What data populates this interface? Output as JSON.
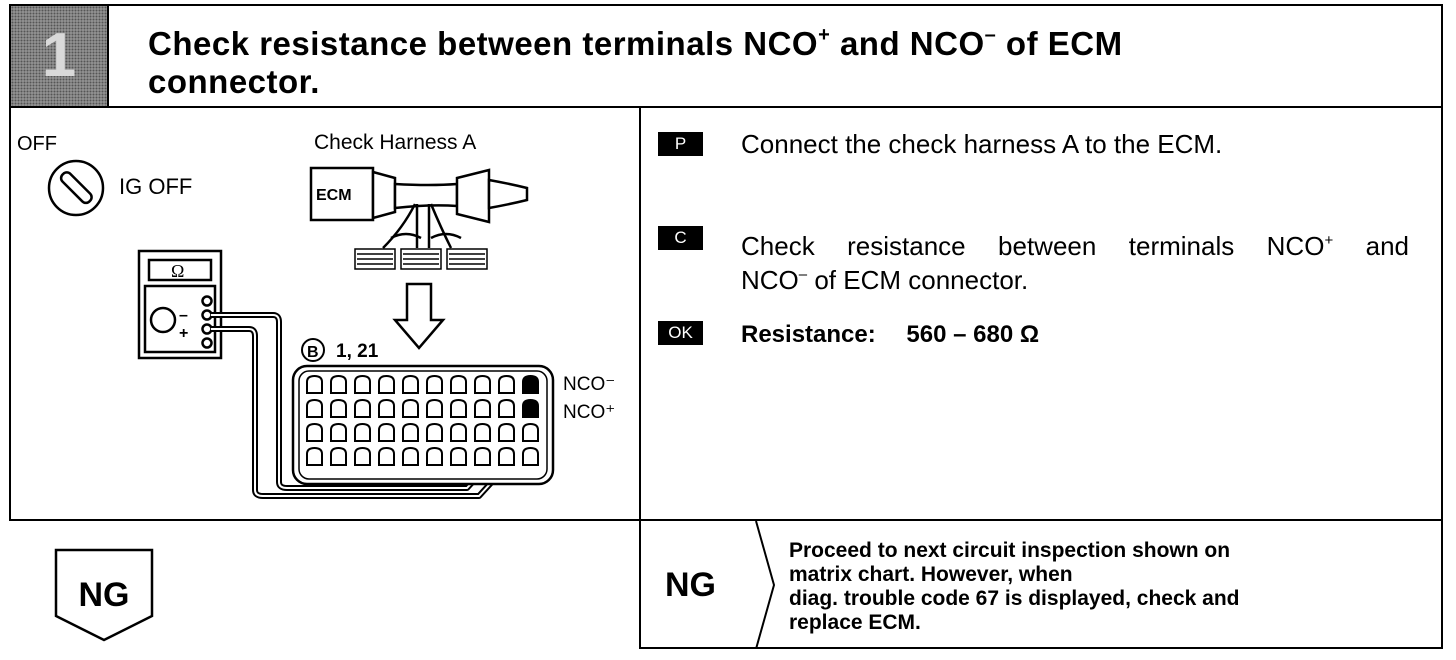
{
  "step": {
    "number": "1"
  },
  "title": {
    "line1_a": "Check resistance between terminals NCO",
    "sup1": "+",
    "line1_b": " and NCO",
    "sup2": "–",
    "line1_c": " of ECM",
    "line2": "connector."
  },
  "figure": {
    "switch_off_label": "OFF",
    "ig_off_label": "IG OFF",
    "harness_label": "Check Harness A",
    "ecm_label": "ECM",
    "ohm_symbol": "Ω",
    "connector_ref": "B",
    "pins_label": "1, 21",
    "nco_minus": "NCO⁻",
    "nco_plus": "NCO⁺"
  },
  "instructions": [
    {
      "badge": "P",
      "text": "Connect the check harness A to the ECM."
    },
    {
      "badge": "C",
      "text_a": "Check resistance between terminals NCO",
      "sup1": "+",
      "text_b": " and",
      "text_c": "NCO",
      "sup2": "–",
      "text_d": " of ECM connector."
    },
    {
      "badge": "OK",
      "label": "Resistance:",
      "value": "560 – 680 Ω"
    }
  ],
  "ng_marker": {
    "label": "NG"
  },
  "ng_result": {
    "label": "NG",
    "lines": [
      "Proceed to next circuit inspection shown on",
      "matrix chart. However, when",
      "diag. trouble code 67 is displayed, check and",
      "replace ECM."
    ]
  }
}
